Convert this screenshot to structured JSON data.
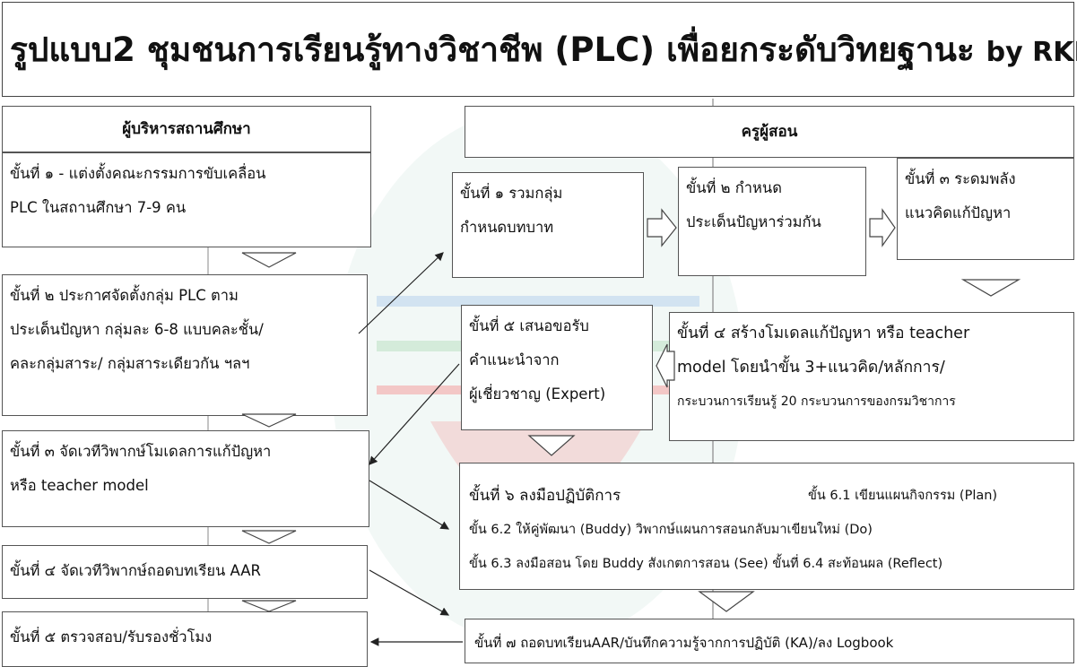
{
  "title": {
    "main": "รูปแบบ2 ชุมชนการเรียนรู้ทางวิชาชีพ (PLC) เพื่อยกระดับวิทยฐานะ",
    "by": "by RKK"
  },
  "admin": {
    "header": "ผู้บริหารสถานศึกษา",
    "steps": [
      [
        "ขั้นที่ ๑  - แต่งตั้งคณะกรรมการขับเคลื่อน",
        "PLC ในสถานศึกษา 7-9 คน"
      ],
      [
        "ขั้นที่  ๒ ประกาศจัดตั้งกลุ่ม PLC ตาม",
        "ประเด็นปัญหา กลุ่มละ 6-8 แบบคละชั้น/",
        "คละกลุ่มสาระ/ กลุ่มสาระเดียวกัน ฯลฯ"
      ],
      [
        "ขั้นที่   ๓ จัดเวทีวิพากษ์โมเดลการแก้ปัญหา",
        "หรือ teacher model"
      ],
      [
        "ขั้นที่ ๔ จัดเวทีวิพากษ์ถอดบทเรียน AAR"
      ],
      [
        "ขั้นที่ ๕ ตรวจสอบ/รับรองชั่วโมง"
      ]
    ]
  },
  "teacher": {
    "header": "ครูผู้สอน",
    "s1": [
      "ขั้นที่ ๑ รวมกลุ่ม",
      "กำหนดบทบาท"
    ],
    "s2": [
      "ขั้นที่ ๒ กำหนด",
      "ประเด็นปัญหาร่วมกัน"
    ],
    "s3": [
      "ขั้นที่ ๓ ระดมพลัง",
      "แนวคิดแก้ปัญหา"
    ],
    "s4": [
      "ขั้นที่ ๔ สร้างโมเดลแก้ปัญหา หรือ teacher",
      "model โดยนำขั้น 3+แนวคิด/หลักการ/",
      "กระบวนการเรียนรู้ 20 กระบวนการของกรมวิชาการ"
    ],
    "s5": [
      "ขั้นที่ ๕ เสนอขอรับ",
      "คำแนะนำจาก",
      "ผู้เชี่ยวชาญ (Expert)"
    ],
    "s6": {
      "title": "ขั้นที่ ๖ ลงมือปฏิบัติการ",
      "plan": "ขั้น 6.1 เขียนแผนกิจกรรม (Plan)",
      "line2": "ขั้น 6.2 ให้คู่พัฒนา (Buddy) วิพากษ์แผนการสอนกลับมาเขียนใหม่ (Do)",
      "line3": "ขั้น 6.3 ลงมือสอน โดย Buddy สังเกตการสอน (See) ขั้นที่ 6.4 สะท้อนผล (Reflect)"
    },
    "s7": "ขั้นที่ ๗ ถอดบทเรียนAAR/บันทึกความรู้จากการปฏิบัติ (KA)/ลง Logbook"
  },
  "colors": {
    "border": "#555555",
    "arrow": "#222222",
    "deco_pink": "#f4a7a7",
    "deco_green": "#bfe3c8",
    "deco_blue": "#bcd6ee"
  }
}
